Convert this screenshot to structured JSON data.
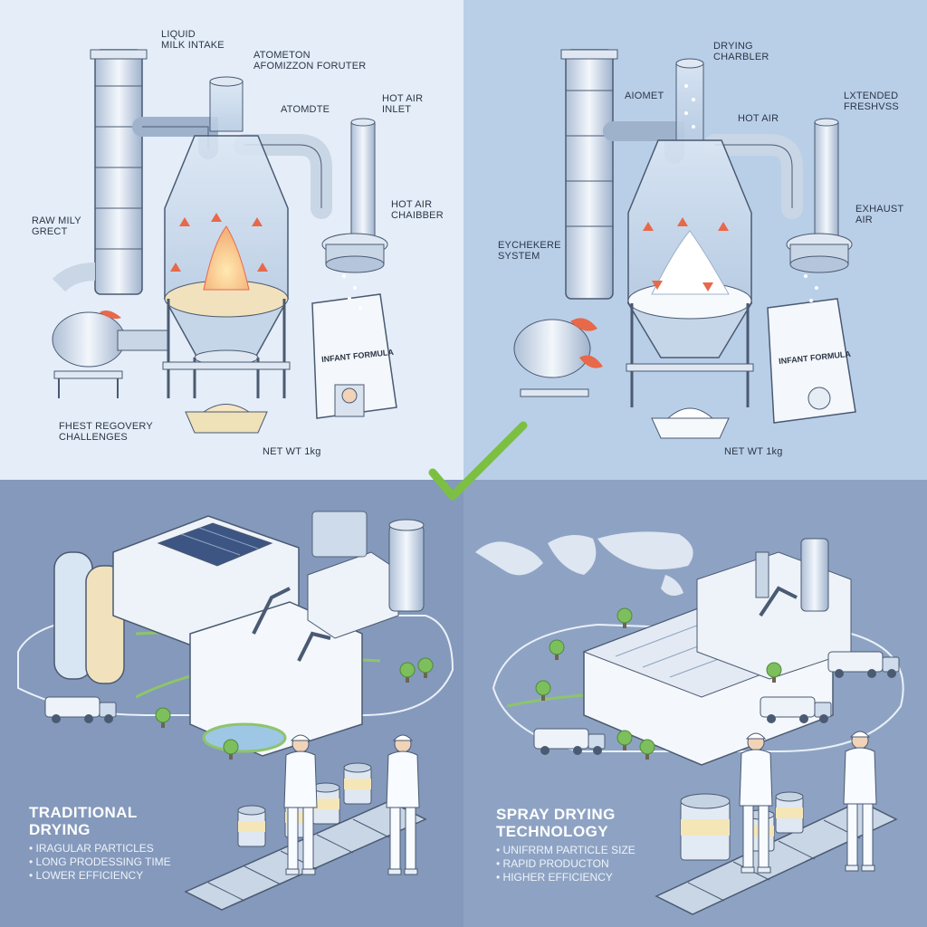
{
  "left_diagram": {
    "labels": {
      "liquid_milk_intake": "LIQUID\nMILK INTAKE",
      "atomization_chamber": "ATOMETON\nAFOMIZZON FORUTER",
      "atomizer": "ATOMDTE",
      "hot_air_inlet": "HOT AIR\nINLET",
      "raw_milk": "RAW MILY\nGRECT",
      "hot_air_chamber": "HOT AIR\nCHAIBBER",
      "heat_recovery": "FHEST REGOVERY\nCHALLENGES",
      "net_weight": "NET WT 1kg"
    },
    "bag_label": "INFANT FORMULA"
  },
  "right_diagram": {
    "labels": {
      "drying_chamber": "DRYING\nCHARBLER",
      "atomizer": "AIOMET",
      "hot_air": "HOT AIR",
      "extended_freshness": "LXTENDED\nFRESHVSS",
      "exhaust_air": "EXHAUST\nAIR",
      "exchange_system": "EYCHEKERE\nSYSTEM",
      "net_weight": "NET WT 1kg"
    },
    "bag_label": "INFANT FORMULA"
  },
  "traditional": {
    "title": "TRADITIONAL\nDRYING",
    "bullets": [
      "IRAGULAR PARTICLES",
      "LONG PRODESSING TIME",
      "LOWER EFFICIENCY"
    ]
  },
  "spray": {
    "title": "SPRAY DRYING\nTECHNOLOGY",
    "bullets": [
      "UNIFRRM PARTICLE SIZE",
      "RAPID PRODUCTON",
      "HIGHER EFFICIENCY"
    ]
  },
  "colors": {
    "checkmark": "#7cc043",
    "flame": "#e8684a",
    "steel": "#c9d6e6",
    "outline": "#4a5a72"
  },
  "icons": [
    "checkmark-icon",
    "flame-icon",
    "conveyor-icon",
    "truck-icon",
    "solar-panel-icon",
    "world-map-icon"
  ]
}
